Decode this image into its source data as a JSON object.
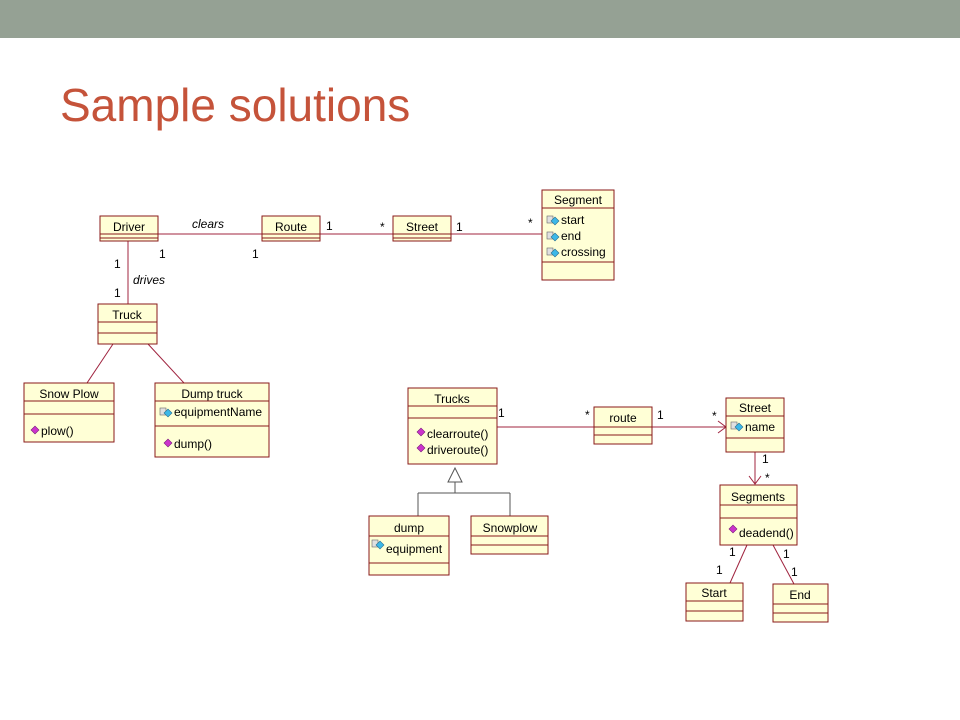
{
  "slide": {
    "title": "Sample solutions",
    "colors": {
      "topbar": "#95a194",
      "title": "#c5533a",
      "class_fill": "#ffffd6",
      "class_border": "#8a1a1a",
      "association": "#a0243f"
    }
  },
  "diagram1": {
    "classes": {
      "driver": "Driver",
      "route": "Route",
      "street": "Street",
      "segment": {
        "name": "Segment",
        "attributes": [
          "start",
          "end",
          "crossing"
        ]
      },
      "truck": "Truck",
      "snow_plow": {
        "name": "Snow Plow",
        "operations": [
          "plow()"
        ]
      },
      "dump_truck": {
        "name": "Dump truck",
        "attributes": [
          "equipmentName"
        ],
        "operations": [
          "dump()"
        ]
      }
    },
    "associations": {
      "clears": {
        "label": "clears",
        "driver_mult": "1",
        "route_mult": "1"
      },
      "route_street": {
        "route_mult": "1",
        "street_mult": "*"
      },
      "street_segment": {
        "street_mult": "1",
        "segment_mult": "*"
      },
      "drives": {
        "label": "drives",
        "driver_mult": "1",
        "truck_mult": "1"
      }
    }
  },
  "diagram2": {
    "classes": {
      "trucks": {
        "name": "Trucks",
        "operations": [
          "clearroute()",
          "driveroute()"
        ]
      },
      "route": "route",
      "street": {
        "name": "Street",
        "attributes": [
          "name"
        ]
      },
      "segments": {
        "name": "Segments",
        "operations": [
          "deadend()"
        ]
      },
      "dump": {
        "name": "dump",
        "attributes": [
          "equipment"
        ]
      },
      "snowplow": "Snowplow",
      "start": "Start",
      "end": "End"
    },
    "associations": {
      "trucks_route": {
        "trucks_mult": "1",
        "route_mult": "*"
      },
      "route_street": {
        "route_mult": "1",
        "street_mult": "*"
      },
      "street_segments": {
        "street_mult": "1",
        "segments_mult": "*"
      },
      "segments_start": {
        "segments_mult": "1",
        "start_mult": "1"
      },
      "segments_end": {
        "segments_mult": "1",
        "end_mult": "1"
      }
    }
  }
}
